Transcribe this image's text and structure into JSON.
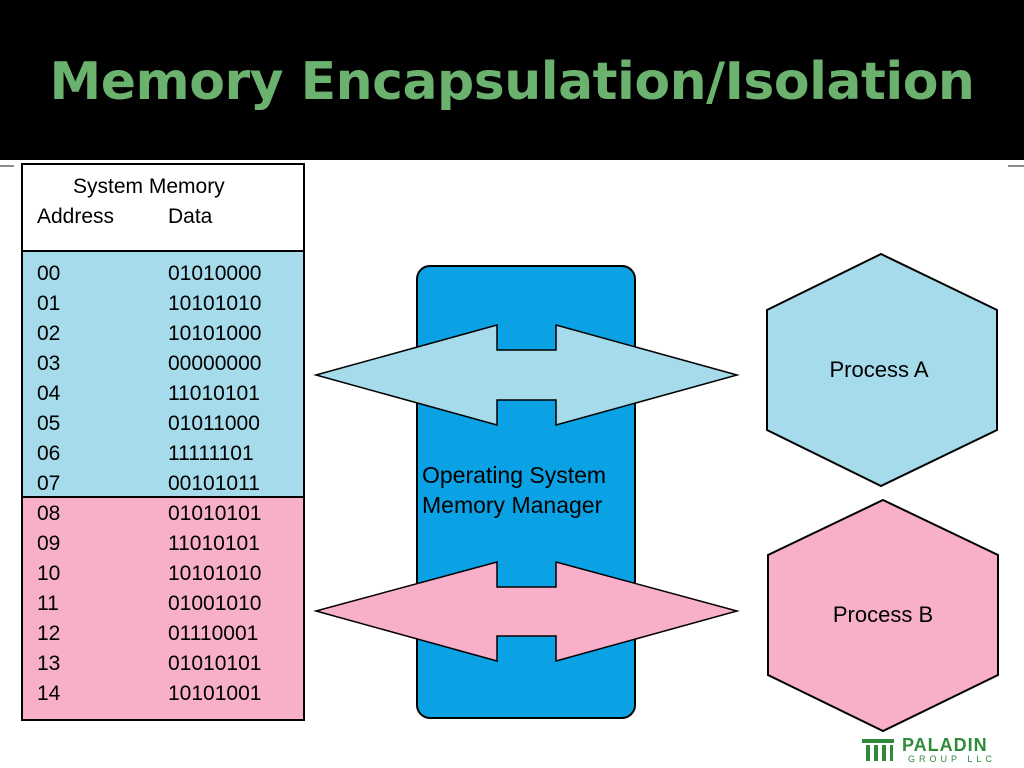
{
  "slide": {
    "title": "Memory Encapsulation/Isolation"
  },
  "memory_table": {
    "heading": "System Memory",
    "address_header": "Address",
    "data_header": "Data",
    "rows_a": [
      {
        "address": "00",
        "data": "01010000"
      },
      {
        "address": "01",
        "data": "10101010"
      },
      {
        "address": "02",
        "data": "10101000"
      },
      {
        "address": "03",
        "data": "00000000"
      },
      {
        "address": "04",
        "data": "11010101"
      },
      {
        "address": "05",
        "data": "01011000"
      },
      {
        "address": "06",
        "data": "11111101"
      },
      {
        "address": "07",
        "data": "00101011"
      }
    ],
    "rows_b": [
      {
        "address": "08",
        "data": "01010101"
      },
      {
        "address": "09",
        "data": "11010101"
      },
      {
        "address": "10",
        "data": "10101010"
      },
      {
        "address": "11",
        "data": "01001010"
      },
      {
        "address": "12",
        "data": "01110001"
      },
      {
        "address": "13",
        "data": "01010101"
      },
      {
        "address": "14",
        "data": "10101001"
      }
    ]
  },
  "manager": {
    "line1": "Operating System",
    "line2": "Memory Manager"
  },
  "processes": {
    "a": "Process A",
    "b": "Process B"
  },
  "logo": {
    "name": "PALADIN",
    "sub": "GROUP LLC"
  },
  "colors": {
    "process_a": "#a5dbea",
    "process_b": "#f7afca",
    "manager": "#0aa2e4",
    "title": "#6cb26f",
    "brand": "#2f8a3a"
  }
}
